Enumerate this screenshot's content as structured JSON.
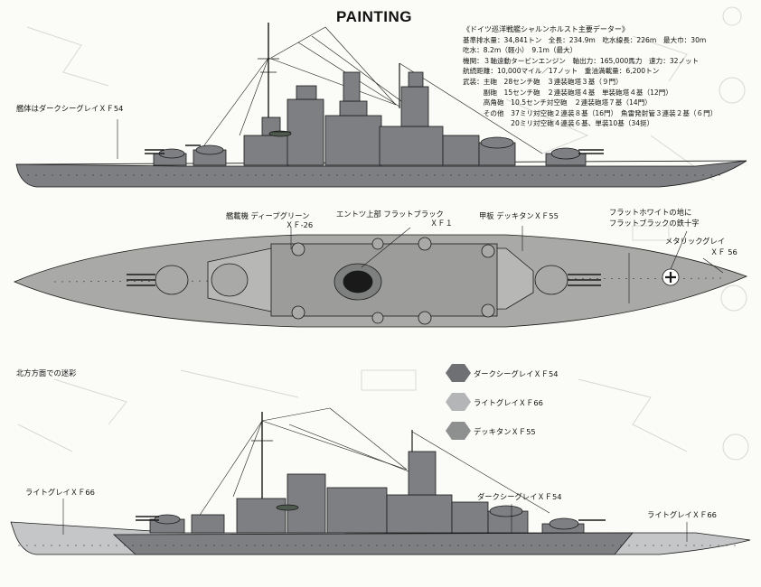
{
  "title": "PAINTING",
  "specs": {
    "heading": "《ドイツ巡洋戦艦シャルンホルスト主要データー》",
    "lines": [
      "基準排水量：34,841トン　全長：234.9m　吃水線長：226m　最大巾：30m",
      "吃水：8.2m（軽小）　9.1m（最大）",
      "機関：３軸遠動タービンエンジン　軸出力：165,000馬力　速力：32ノット",
      "航続距離：10,000マイル／17ノット　重油満載量：6,200トン",
      "武装：主砲　28センチ砲　３連装砲塔３基（９門）",
      "　　　副砲　15センチ砲　２連装砲塔４基　単装砲塔４基（12門）",
      "　　　高角砲　10.5センチ対空砲　２連装砲塔７基（14門）",
      "　　　その他　37ミリ対空砲２連装８基（16門）　魚雷発射管３連装２基（６門）",
      "　　　　　　　20ミリ対空砲４連装６基、単装10基（34挺）"
    ]
  },
  "labels": {
    "hull_top": "艦体はダークシーグレイＸＦ54",
    "aircraft": "艦載機 ディープグリーン",
    "aircraft_code": "ＸＦ-26",
    "funnel": "エントツ上部 フラットブラック",
    "funnel_code": "ＸＦ１",
    "deck": "甲板 デッキタンＸＦ55",
    "cross_1": "フラットホワイトの地に",
    "cross_2": "フラットブラックの鉄十字",
    "metallic": "メタリックグレイ",
    "metallic_code": "ＸＦ 56",
    "camo_title": "北方方面での迷彩",
    "bottom_left": "ライトグレイＸＦ66",
    "bottom_mid": "ダークシーグレイＸＦ54",
    "bottom_right": "ライトグレイＸＦ66"
  },
  "legend": [
    {
      "label": "ダークシーグレイＸＦ54",
      "color": "#6e7074"
    },
    {
      "label": "ライトグレイＸＦ66",
      "color": "#b3b5b7"
    },
    {
      "label": "デッキタンＸＦ55",
      "color": "#8e8f8f"
    }
  ],
  "colors": {
    "dark_gray": "#7d7f82",
    "light_gray": "#c4c6c8",
    "deck_tan": "#a9a9a7",
    "ink": "#1a1a1a"
  }
}
